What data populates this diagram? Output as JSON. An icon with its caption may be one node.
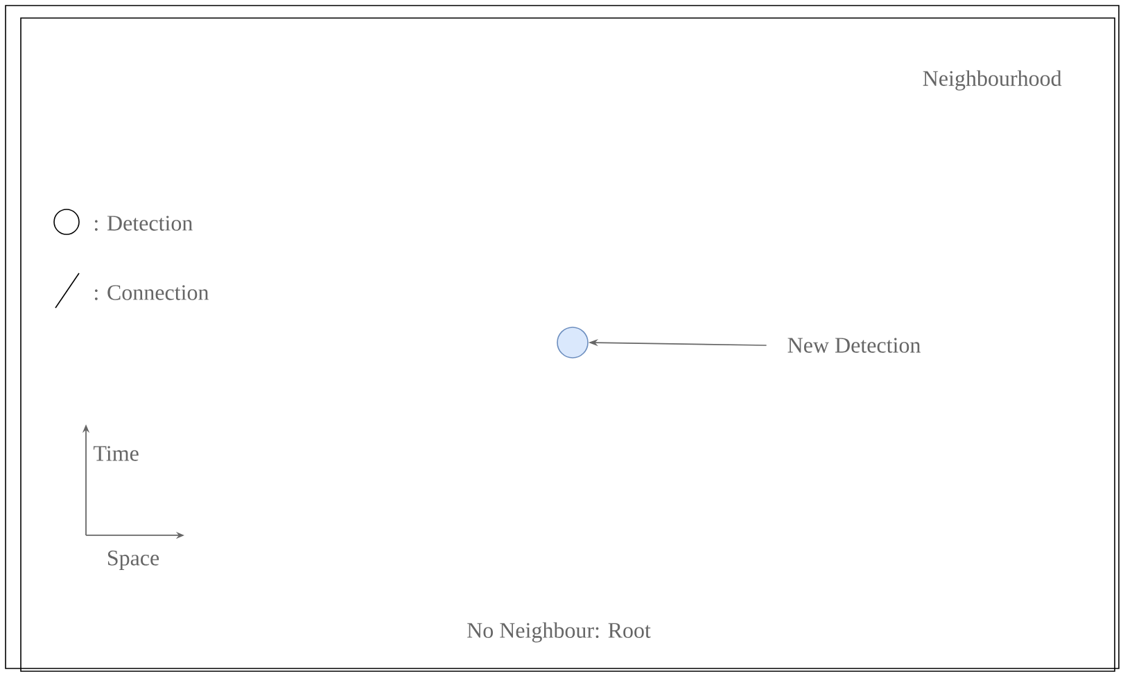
{
  "diagram": {
    "nodes": [
      {
        "text": [],
        "shape": "circle"
      },
      {
        "text": [
          "New Detection"
        ]
      }
    ],
    "edges": [
      {
        "from": 1,
        "to": 0,
        "arrow": "to"
      }
    ],
    "labels": [
      "Neighbourhood",
      "Time",
      "Space",
      "No Neighbour: Root"
    ],
    "legend": [
      {
        "text": ": Detection"
      },
      {
        "text": ": Connection"
      }
    ]
  }
}
